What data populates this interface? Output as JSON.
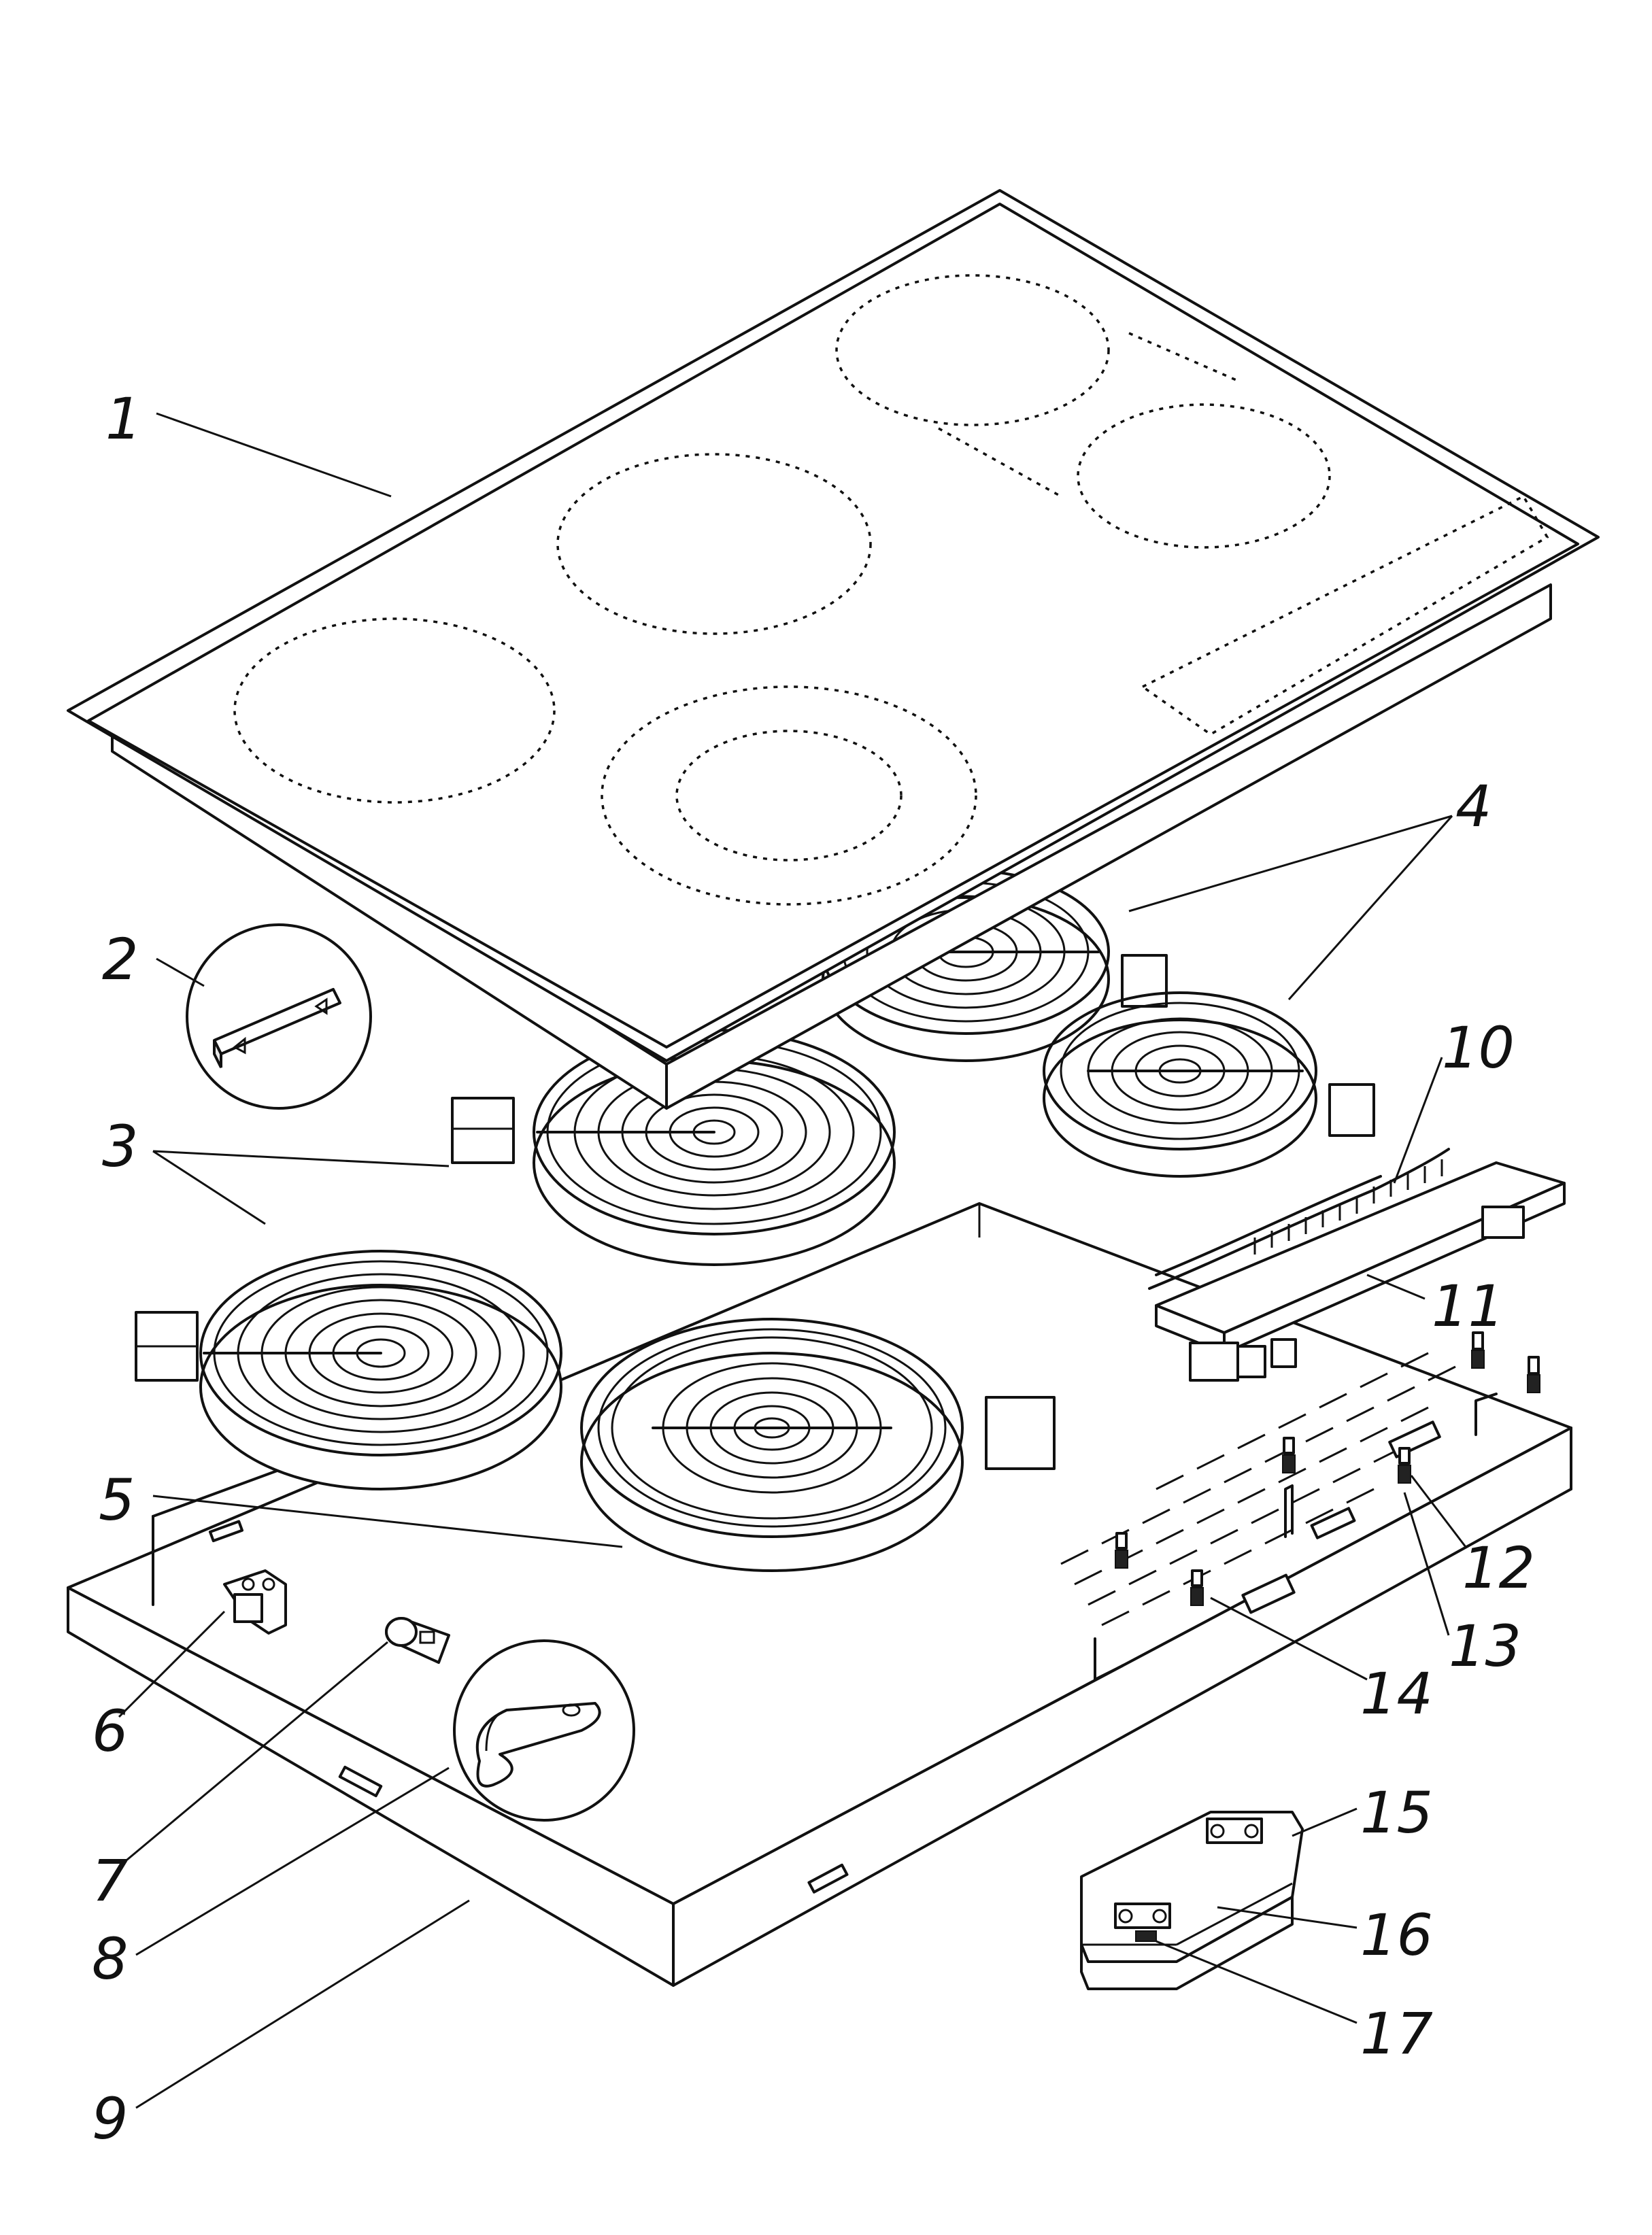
{
  "callouts": [
    {
      "id": "1",
      "text": "1"
    },
    {
      "id": "2",
      "text": "2"
    },
    {
      "id": "3",
      "text": "3"
    },
    {
      "id": "4",
      "text": "4"
    },
    {
      "id": "5",
      "text": "5"
    },
    {
      "id": "6",
      "text": "6"
    },
    {
      "id": "7",
      "text": "7"
    },
    {
      "id": "8",
      "text": "8"
    },
    {
      "id": "9",
      "text": "9"
    },
    {
      "id": "10",
      "text": "10"
    },
    {
      "id": "11",
      "text": "11"
    },
    {
      "id": "12",
      "text": "12"
    },
    {
      "id": "13",
      "text": "13"
    },
    {
      "id": "14",
      "text": "14"
    },
    {
      "id": "15",
      "text": "15"
    },
    {
      "id": "16",
      "text": "16"
    },
    {
      "id": "17",
      "text": "17"
    }
  ],
  "colors": {
    "line": "#111111",
    "background": "#ffffff"
  }
}
